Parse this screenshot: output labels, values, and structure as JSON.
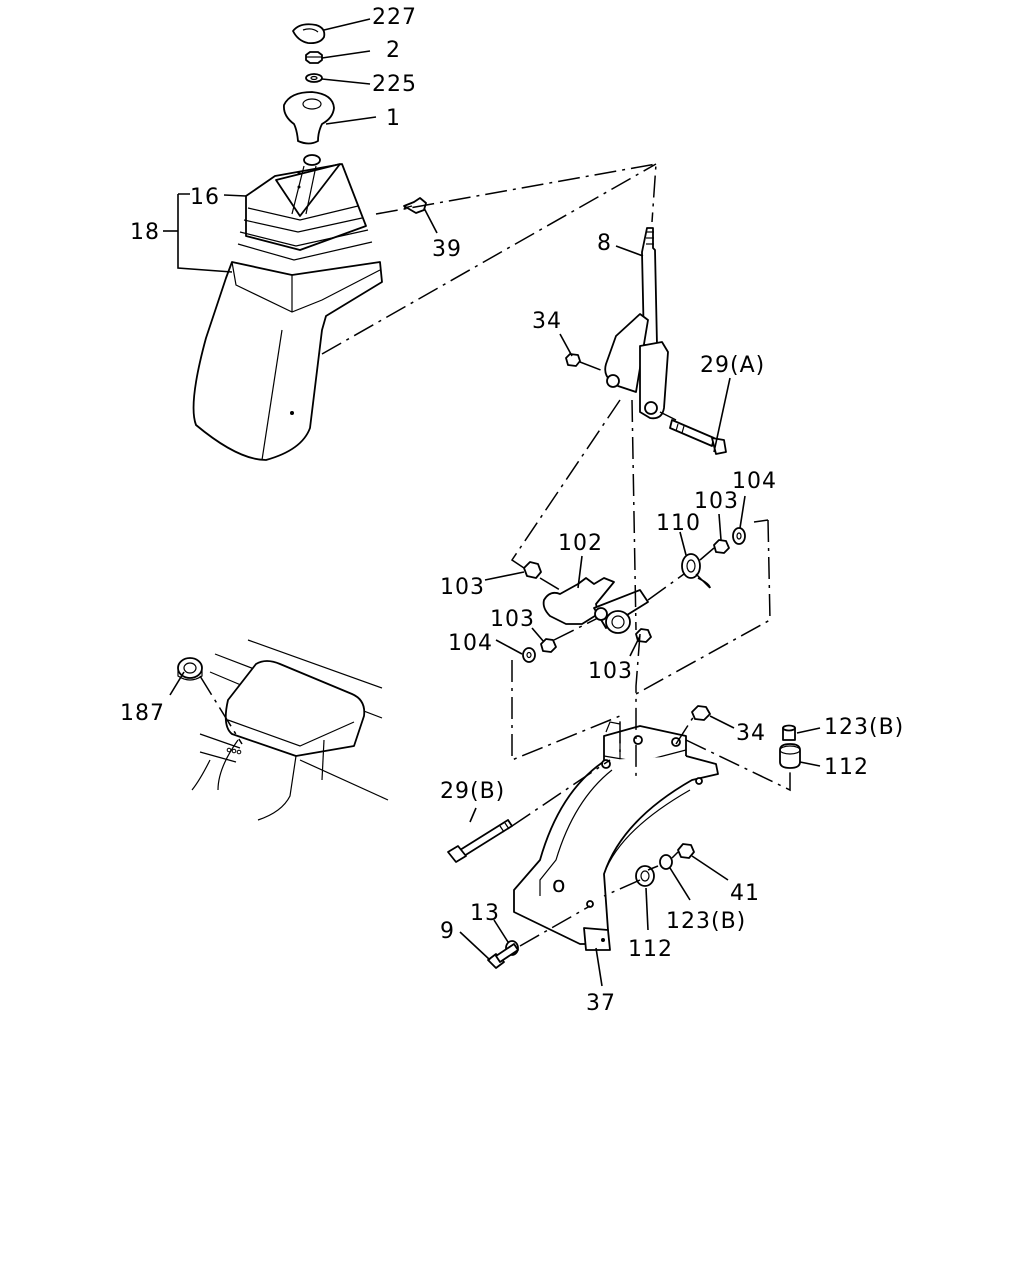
{
  "callouts": {
    "p227": "227",
    "p2": "2",
    "p225": "225",
    "p1": "1",
    "p16": "16",
    "p18": "18",
    "p39": "39",
    "p8": "8",
    "p34a": "34",
    "p29a": "29(A)",
    "p104a": "104",
    "p103a": "103",
    "p110": "110",
    "p102": "102",
    "p103b": "103",
    "p103c": "103",
    "p104b": "104",
    "p103d": "103",
    "p187": "187",
    "p34b": "34",
    "p123a": "123(B)",
    "p112a": "112",
    "p29b": "29(B)",
    "p41": "41",
    "p123b": "123(B)",
    "p13": "13",
    "p9": "9",
    "p112b": "112",
    "p37": "37"
  }
}
